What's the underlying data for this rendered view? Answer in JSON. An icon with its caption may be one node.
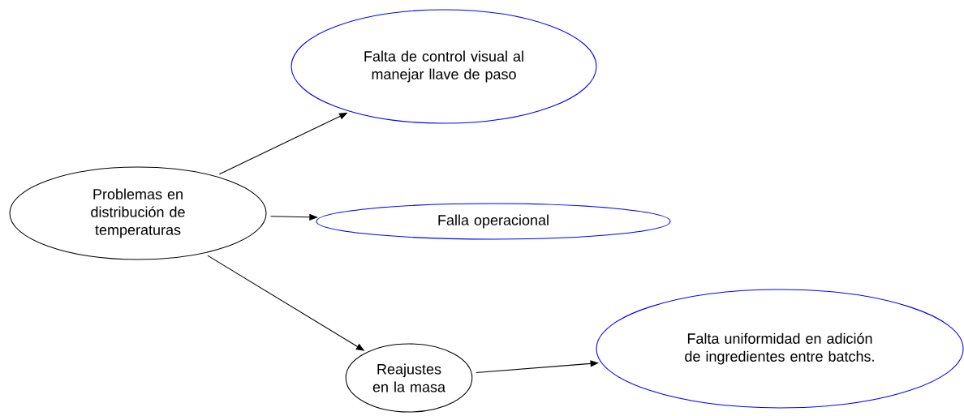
{
  "diagram": {
    "nodes": [
      {
        "text": [
          "Problemas en distribución de temperaturas"
        ]
      },
      {
        "text": [
          "Falta de control visual al manejar llave de paso"
        ]
      },
      {
        "text": [
          "Falla operacional"
        ]
      },
      {
        "text": [
          "Reajustes en la masa"
        ]
      },
      {
        "text": [
          "Falta uniformidad en adición de ingredientes entre batchs."
        ]
      }
    ],
    "edges": [
      {
        "from": 0,
        "to": 1,
        "arrow": "to"
      },
      {
        "from": 0,
        "to": 2,
        "arrow": "to"
      },
      {
        "from": 0,
        "to": 3,
        "arrow": "to"
      },
      {
        "from": 3,
        "to": 4,
        "arrow": "to"
      }
    ]
  }
}
